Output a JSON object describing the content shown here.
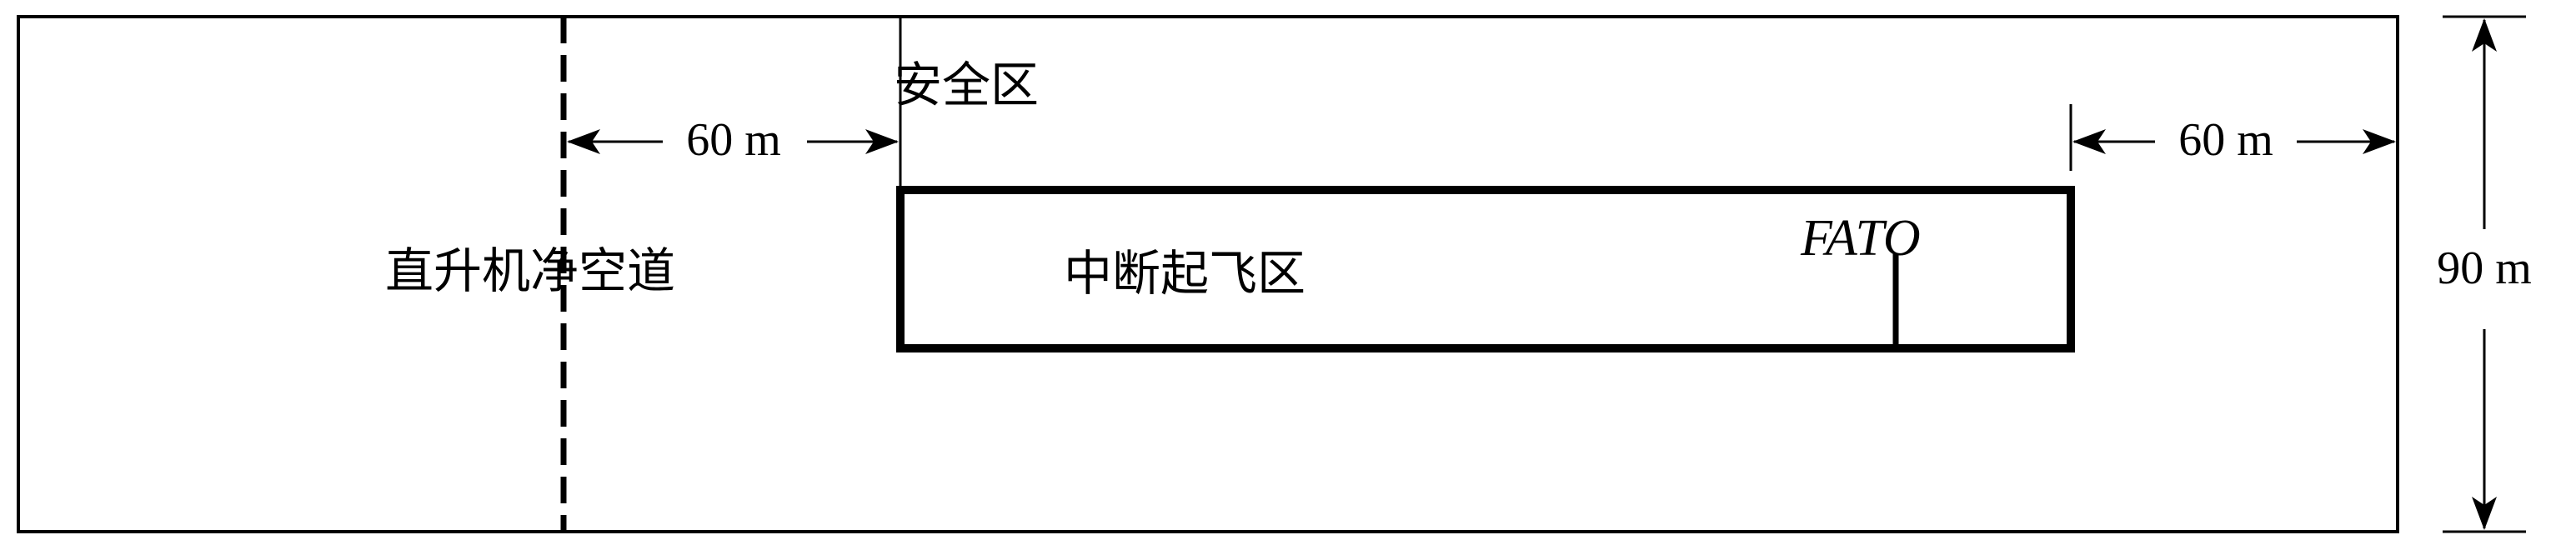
{
  "labels": {
    "clearway": "直升机净空道",
    "safety_area": "安全区",
    "rejected_takeoff_area": "中断起飞区",
    "fato": "FATO"
  },
  "dimensions": {
    "left_gap": "60 m",
    "right_gap": "60 m",
    "height": "90 m"
  },
  "colors": {
    "stroke": "#000000",
    "background": "#ffffff"
  }
}
